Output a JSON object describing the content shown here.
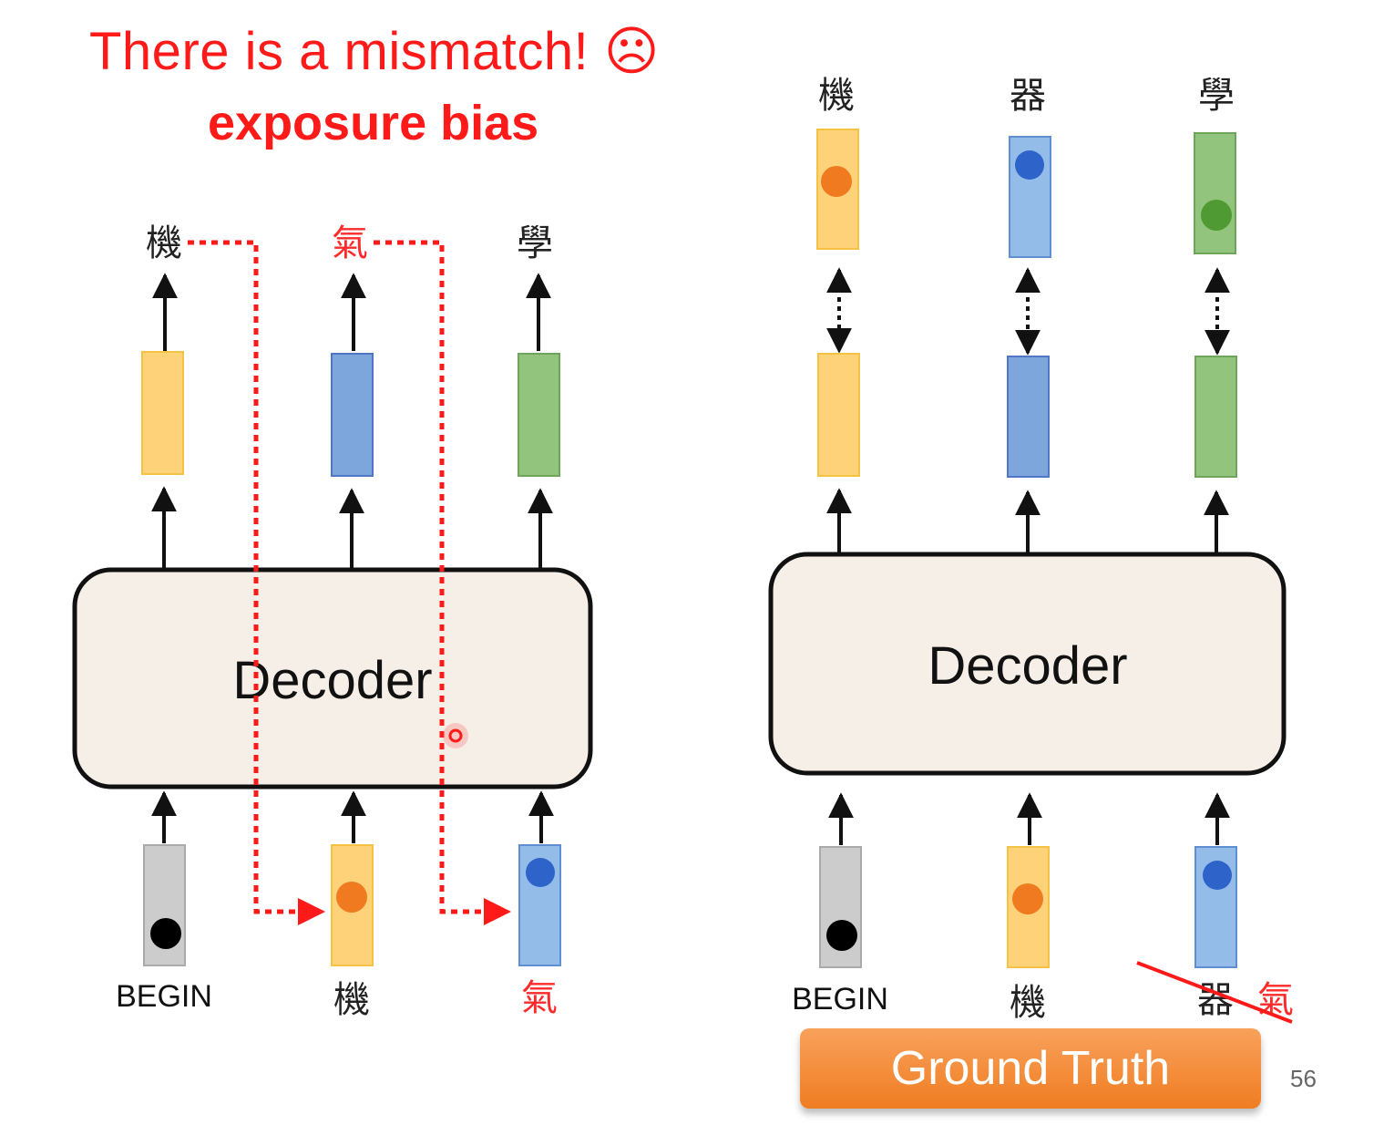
{
  "title": {
    "line1": "There is a mismatch! ☹",
    "line2": "exposure bias"
  },
  "left": {
    "outputs": [
      "機",
      "氣",
      "學"
    ],
    "decoder": "Decoder",
    "inputs": [
      "BEGIN",
      "機",
      "氣"
    ]
  },
  "right": {
    "targets": [
      "機",
      "器",
      "學"
    ],
    "decoder": "Decoder",
    "inputs": [
      "BEGIN",
      "機",
      "器",
      "氣"
    ]
  },
  "ground_truth": "Ground Truth",
  "slide_number": "56",
  "colors": {
    "title_red": "#ff1a1a",
    "yellow": "#fdd279",
    "blue": "#7da7dc",
    "green": "#93c47d",
    "gray": "#cccccc",
    "orange_dot": "#f07a1f",
    "blue_dot": "#2e63c9",
    "green_dot": "#4f9a33",
    "decoder_fill": "#f5efe8",
    "ground_truth_orange": "#f48a2e"
  }
}
